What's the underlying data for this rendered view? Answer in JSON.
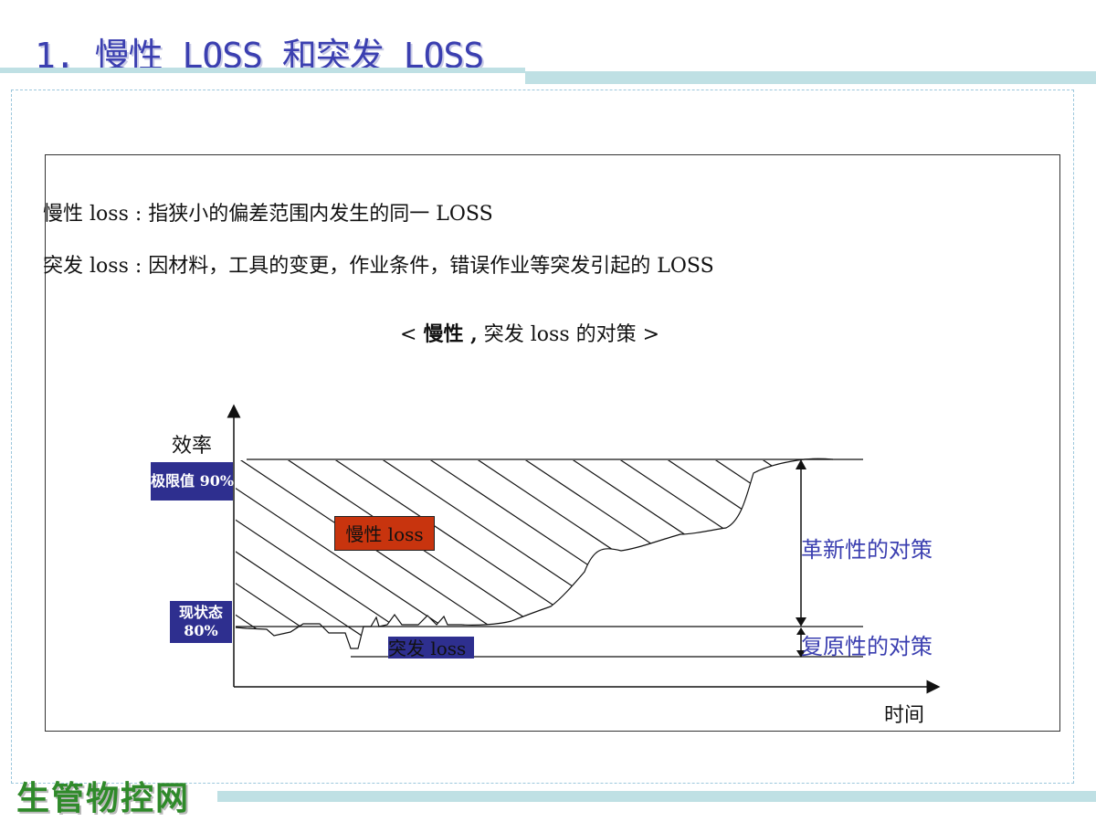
{
  "title": "1. 慢性 LOSS 和突发 LOSS",
  "definitions": {
    "chronic": "慢性 loss :  指狭小的偏差范围内发生的同一 LOSS",
    "sporadic": "突发 loss :  因材料，工具的变更，作业条件，错误作业等突发引起的 LOSS"
  },
  "subtitle": {
    "open": "<  ",
    "bold": "慢性 ,",
    "rest": " 突发 loss 的对策  >"
  },
  "diagram": {
    "y_axis_label": "效率",
    "x_axis_label": "时间",
    "limit_label": "极限值 90%",
    "current_label_line1": "现状态",
    "current_label_line2": "80%",
    "chronic_loss_label": "慢性 loss",
    "sporadic_loss_label": "突发 loss",
    "innovation_measure": "革新性的对策",
    "restoration_measure": "复原性的对策"
  },
  "footer": {
    "logo_text": "生管物控网"
  },
  "colors": {
    "title": "#3b3fb0",
    "accent_bar": "#bfe0e4",
    "badge": "#2e2f8f",
    "chronic_fill": "#c8340e",
    "measure_text": "#3b3fb0",
    "logo": "#2f8a2a"
  }
}
